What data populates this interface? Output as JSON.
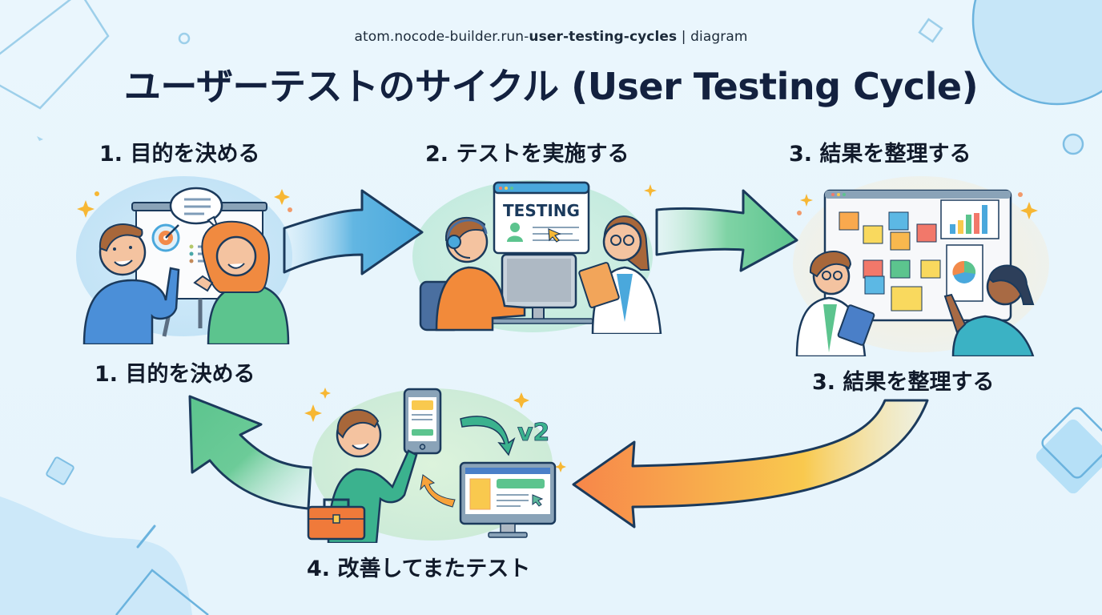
{
  "header": {
    "subtitle_prefix": "atom.nocode-builder.run-",
    "subtitle_bold": "user-testing-cycles",
    "subtitle_suffix": " | diagram",
    "title": "ユーザーテストのサイクル (User Testing Cycle)"
  },
  "steps": [
    {
      "number": 1,
      "label": "1. 目的を決める",
      "caption": "1. 目的を決める",
      "scene": "Two people discussing in front of a whiteboard with a target icon and speech bubble"
    },
    {
      "number": 2,
      "label": "2. テストを実施する",
      "scene": "User with headset at a computer; researcher with clipboard observing; screen shows TESTING",
      "screen_text": "TESTING"
    },
    {
      "number": 3,
      "label": "3. 結果を整理する",
      "caption": "3. 結果を整理する",
      "scene": "Researcher and participant organizing sticky notes and charts on a board"
    },
    {
      "number": 4,
      "label": "4. 改善してまたテスト",
      "scene": "Person with toolbox updating app from phone to desktop version",
      "version_text": "v2"
    }
  ],
  "arrows": [
    {
      "from": 1,
      "to": 2,
      "color": "#4aa8dc",
      "direction": "right"
    },
    {
      "from": 2,
      "to": 3,
      "color": "#5cc48e",
      "direction": "right"
    },
    {
      "from": 3,
      "to": 4,
      "color": "#f7864a",
      "color_end": "#f9c94e",
      "direction": "left"
    },
    {
      "from": 4,
      "to": 1,
      "color": "#5cc48e",
      "direction": "up-left"
    }
  ],
  "colors": {
    "background": "#e8f5fc",
    "title": "#13213f",
    "outline": "#1b3a5c",
    "blue": "#4aa8dc",
    "green": "#5cc48e",
    "orange": "#f7864a",
    "yellow": "#f9c94e",
    "sparkle": "#f7b733"
  }
}
